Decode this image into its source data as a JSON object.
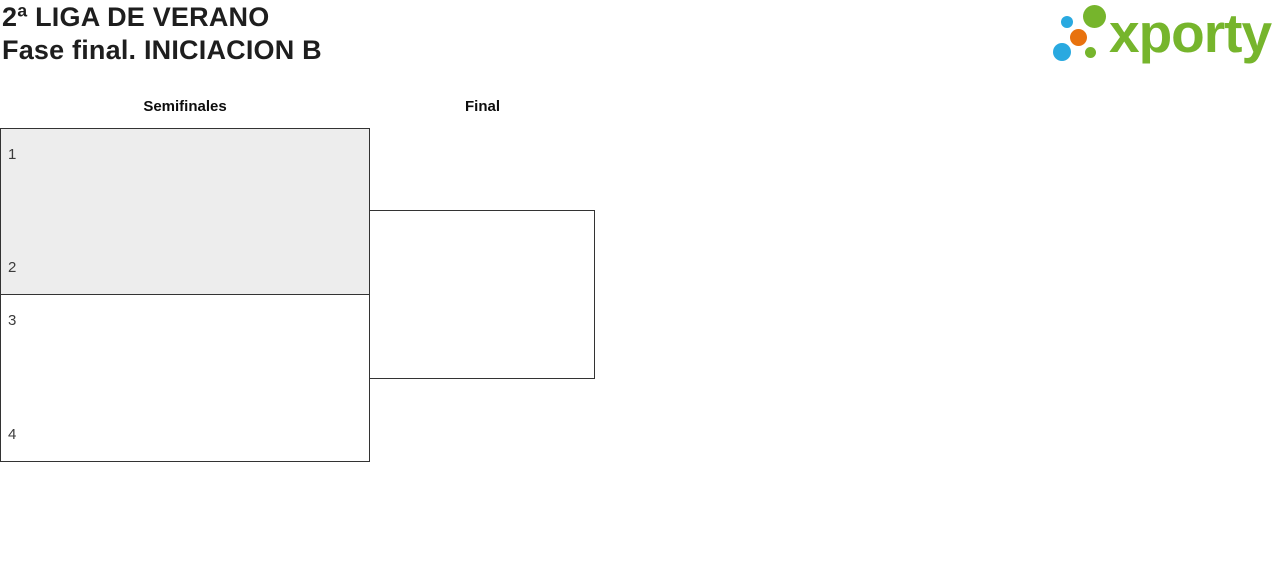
{
  "page": {
    "title_line1": "2ª LIGA DE VERANO",
    "title_line2": "Fase final. INICIACION B"
  },
  "logo": {
    "text": "xporty",
    "mark_icon": "dot-cluster-icon",
    "colors": {
      "green": "#76b52c",
      "blue": "#29a9e0",
      "orange": "#e8720e"
    }
  },
  "bracket": {
    "rounds": [
      {
        "label": "Semifinales"
      },
      {
        "label": "Final"
      }
    ],
    "semifinal_matches": [
      {
        "slots": [
          "1",
          "2"
        ],
        "highlighted": true,
        "background": "#ededed"
      },
      {
        "slots": [
          "3",
          "4"
        ],
        "highlighted": false,
        "background": "#ffffff"
      }
    ],
    "final_match": {
      "slots": [
        "",
        ""
      ]
    },
    "border_color": "#333333"
  }
}
